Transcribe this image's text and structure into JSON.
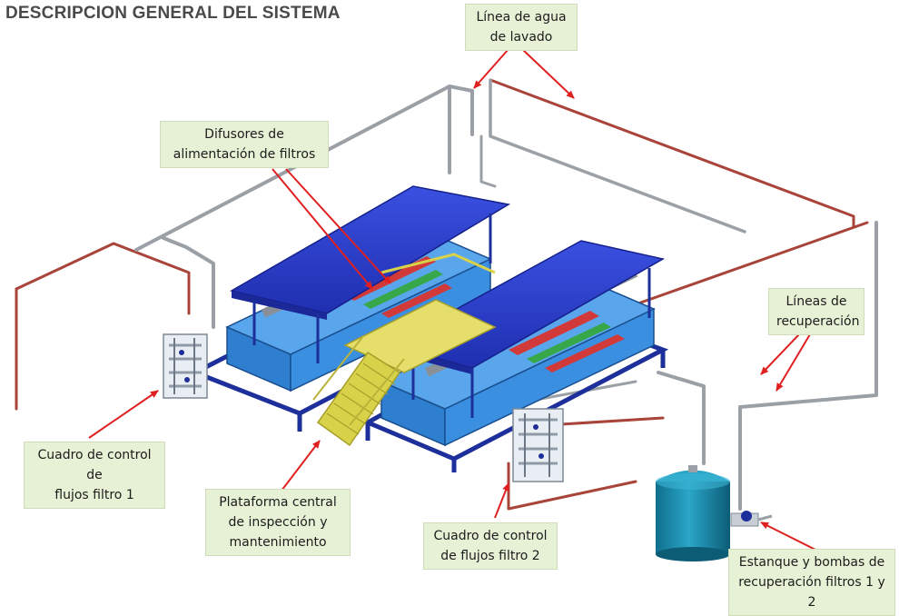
{
  "page": {
    "title": "DESCRIPCION GENERAL DEL SISTEMA"
  },
  "callouts": {
    "agua_lavado": {
      "line1": "Línea de agua",
      "line2": "de lavado"
    },
    "difusores": {
      "line1": "Difusores de",
      "line2": "alimentación de filtros"
    },
    "lineas_recuperacion": {
      "line1": "Líneas de",
      "line2": "recuperación"
    },
    "cuadro_filtro1": {
      "line1": "Cuadro de control de",
      "line2": "flujos filtro 1"
    },
    "plataforma": {
      "line1": "Plataforma central",
      "line2": "de inspección y",
      "line3": "mantenimiento"
    },
    "cuadro_filtro2": {
      "line1": "Cuadro de control",
      "line2": "de flujos filtro 2"
    },
    "estanque": {
      "line1": "Estanque y bombas de",
      "line2": "recuperación filtros 1 y 2"
    }
  },
  "colors": {
    "roof": "#2a3fc8",
    "filter_body": "#2f7fd0",
    "frame": "#1d2f9a",
    "platform": "#d8d24a",
    "pipe_gray": "#9aa0a6",
    "pipe_red": "#a8443a",
    "tank": "#1b8fb0",
    "callout_bg": "#e7f1d6",
    "arrow": "#e02020"
  }
}
